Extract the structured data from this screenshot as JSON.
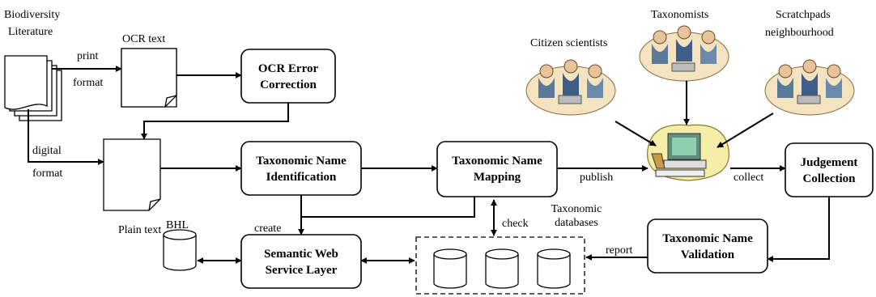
{
  "inputs": {
    "biodiversity_literature": [
      "Biodiversity",
      "Literature"
    ],
    "ocr_text": "OCR text",
    "plain_text": "Plain text",
    "bhl": "BHL"
  },
  "edge_labels": {
    "print_format": [
      "print",
      "format"
    ],
    "digital_format": [
      "digital",
      "format"
    ],
    "publish": "publish",
    "collect": "collect",
    "create": "create",
    "check": "check",
    "report": "report"
  },
  "processes": {
    "ocr_error_correction": [
      "OCR Error",
      "Correction"
    ],
    "taxonomic_name_identification": [
      "Taxonomic Name",
      "Identification"
    ],
    "taxonomic_name_mapping": [
      "Taxonomic Name",
      "Mapping"
    ],
    "judgement_collection": [
      "Judgement",
      "Collection"
    ],
    "taxonomic_name_validation": [
      "Taxonomic Name",
      "Validation"
    ],
    "semantic_web_service_layer": [
      "Semantic Web",
      "Service Layer"
    ]
  },
  "databases": {
    "taxonomic_databases": [
      "Taxonomic",
      "databases"
    ]
  },
  "groups": {
    "citizen_scientists": "Citizen scientists",
    "taxonomists": "Taxonomists",
    "scratchpads": [
      "Scratchpads",
      "neighbourhood"
    ]
  }
}
